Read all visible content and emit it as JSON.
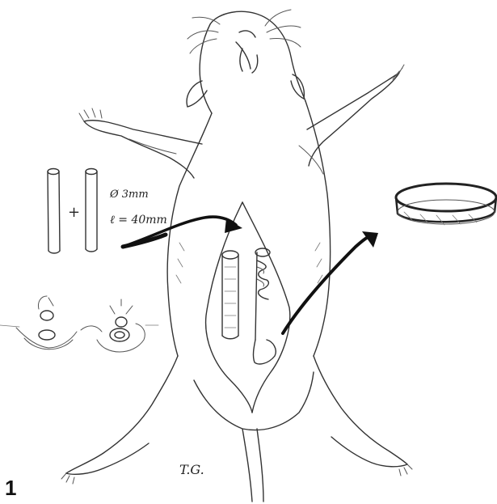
{
  "figure": {
    "panel_number": "1",
    "implant_diameter_label": "Ø 3mm",
    "implant_length_label": "ℓ = 40mm",
    "plus_sign": "+",
    "signature": "T.G."
  }
}
